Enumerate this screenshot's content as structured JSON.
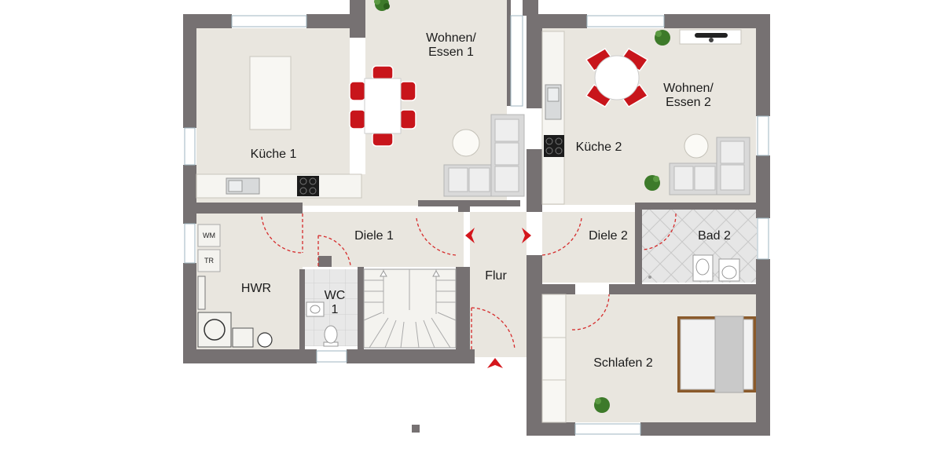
{
  "plan": {
    "rooms": {
      "wohnen1_line1": "Wohnen/",
      "wohnen1_line2": "Essen  1",
      "kueche1": "Küche 1",
      "wohnen2_line1": "Wohnen/",
      "wohnen2_line2": "Essen 2",
      "kueche2": "Küche 2",
      "diele1": "Diele 1",
      "diele2": "Diele 2",
      "flur": "Flur",
      "bad2": "Bad 2",
      "hwr": "HWR",
      "wc_line1": "WC",
      "wc_line2": "1",
      "schlafen2": "Schlafen 2"
    },
    "appliances": {
      "wm": "WM",
      "tr": "TR"
    },
    "colors": {
      "wall": "#767172",
      "floor": "#e9e6df",
      "tile": "#e4e4e4",
      "door_arc": "#d62b2b",
      "chair": "#c8151b",
      "arrow": "#d4161c",
      "plant": "#3d7a2a",
      "bed_frame": "#8a5a2b"
    }
  }
}
